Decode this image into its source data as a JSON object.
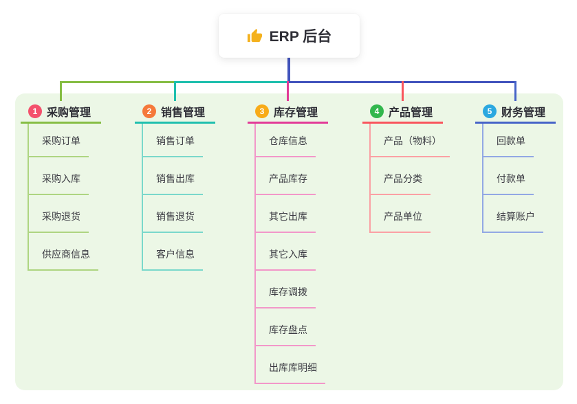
{
  "root": {
    "icon": "thumbs-up-icon",
    "label": "ERP 后台"
  },
  "branches": [
    {
      "number": "1",
      "title": "采购管理",
      "color": "#86bd44",
      "light_color": "#aed581",
      "badge_color": "#f4516c",
      "children": [
        "采购订单",
        "采购入库",
        "采购退货",
        "供应商信息"
      ]
    },
    {
      "number": "2",
      "title": "销售管理",
      "color": "#1fbfae",
      "light_color": "#7ad8cb",
      "badge_color": "#f5793b",
      "children": [
        "销售订单",
        "销售出库",
        "销售退货",
        "客户信息"
      ]
    },
    {
      "number": "3",
      "title": "库存管理",
      "color": "#e23a97",
      "light_color": "#f297c9",
      "badge_color": "#f8ab18",
      "children": [
        "仓库信息",
        "产品库存",
        "其它出库",
        "其它入库",
        "库存调拨",
        "库存盘点",
        "出库库明细"
      ]
    },
    {
      "number": "4",
      "title": "产品管理",
      "color": "#f9555c",
      "light_color": "#fba0a4",
      "badge_color": "#32b74d",
      "children": [
        "产品（物料）",
        "产品分类",
        "产品单位"
      ]
    },
    {
      "number": "5",
      "title": "财务管理",
      "color": "#4663c8",
      "light_color": "#92a8e4",
      "badge_color": "#2ba8e0",
      "children": [
        "回款单",
        "付款单",
        "结算账户"
      ]
    }
  ],
  "colors": {
    "trunk": "#4254bd",
    "panel_bg": "#ecf7e6",
    "canvas_bg": "#ffffff",
    "icon": "#f4b11d",
    "text": "#2e2e36"
  }
}
